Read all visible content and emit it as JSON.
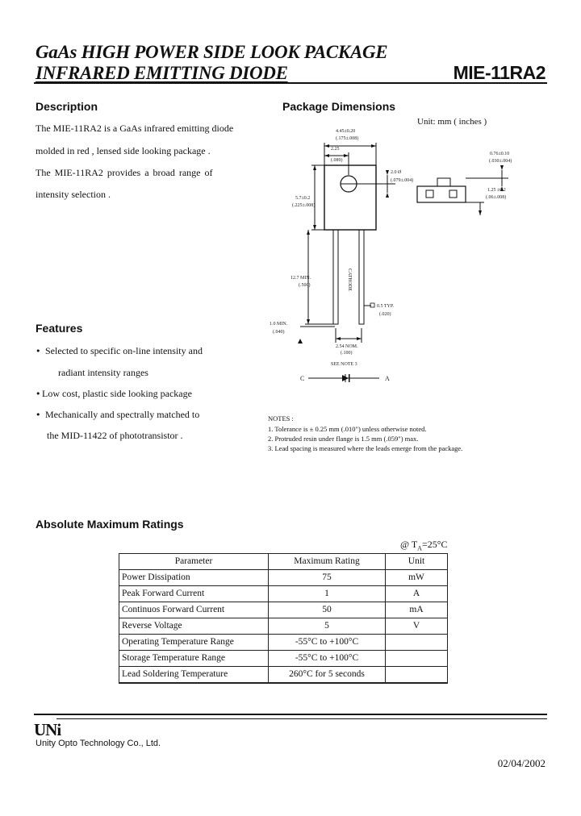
{
  "header": {
    "title_line1": "GaAs HIGH POWER SIDE LOOK PACKAGE",
    "title_line2": "INFRARED EMITTING DIODE",
    "part_number": "MIE-11RA2"
  },
  "description": {
    "heading": "Description",
    "lines": [
      "The MIE-11RA2 is a GaAs infrared emitting diode",
      "molded in red , lensed side looking package .",
      "The  MIE-11RA2  provides  a  broad range of",
      "intensity selection ."
    ]
  },
  "features": {
    "heading": "Features",
    "bullet_glyph": "•",
    "items": [
      {
        "line1": "Selected to specific on-line intensity and",
        "line2": "radiant  intensity ranges"
      },
      {
        "line1": "Low cost, plastic side looking package",
        "line2": ""
      },
      {
        "line1": "Mechanically and spectrally matched to",
        "line2": "the MID-11422 of  phototransistor ."
      }
    ]
  },
  "package": {
    "heading": "Package Dimensions",
    "unit_note": "Unit: mm ( inches )",
    "dims": {
      "width_overall": "4.45±0.20",
      "width_overall_in": "(.175±.008)",
      "lens_offset": "2.25",
      "lens_offset_in": "(.089)",
      "lens_dia": "2.0 Ø",
      "lens_dia_in": "(.079±.004)",
      "body_height": "5.7±0.2",
      "body_height_in": "(.225±.008)",
      "lead_length": "12.7 MIN.",
      "lead_length_in": "(.500)",
      "cathode_label": "CATHODE",
      "lead_sq": "0.5 TYP.",
      "lead_sq_in": "(.020)",
      "min_label": "1.0 MIN.",
      "min_label_in": "(.040)",
      "pitch": "2.54 NOM.",
      "pitch_in": "(.100)",
      "see_note": "SEE NOTE 3",
      "side_top": "0.76±0.10",
      "side_top_in": "(.030±.004)",
      "side_thick": "1.25 ±0.2",
      "side_thick_in": "(.06±.008)",
      "cathode_symbol_c": "C",
      "cathode_symbol_a": "A"
    },
    "notes_heading": "NOTES :",
    "notes": [
      "1. Tolerance is ± 0.25 mm (.010\") unless otherwise noted.",
      "2. Protruded resin under flange is 1.5 mm (.059\") max.",
      "3. Lead spacing is measured where the leads emerge from the package."
    ]
  },
  "ratings": {
    "heading": "Absolute Maximum Ratings",
    "condition_prefix": "@ T",
    "condition_sub": "A",
    "condition_suffix": "=25°C",
    "columns": [
      "Parameter",
      "Maximum  Rating",
      "Unit"
    ],
    "rows": [
      {
        "parameter": "Power Dissipation",
        "rating": "75",
        "unit": "mW"
      },
      {
        "parameter": "Peak Forward Current",
        "rating": "1",
        "unit": "A"
      },
      {
        "parameter": "Continuos Forward Current",
        "rating": "50",
        "unit": "mA"
      },
      {
        "parameter": "Reverse Voltage",
        "rating": "5",
        "unit": "V"
      },
      {
        "parameter": "Operating Temperature Range",
        "rating": "-55°C to +100°C",
        "unit": ""
      },
      {
        "parameter": "Storage Temperature Range",
        "rating": "-55°C to +100°C",
        "unit": ""
      },
      {
        "parameter": "Lead Soldering Temperature",
        "rating": "260°C for 5 seconds",
        "unit": ""
      }
    ]
  },
  "footer": {
    "logo_text": "UNi",
    "company": "Unity Opto Technology Co., Ltd.",
    "date": "02/04/2002"
  }
}
